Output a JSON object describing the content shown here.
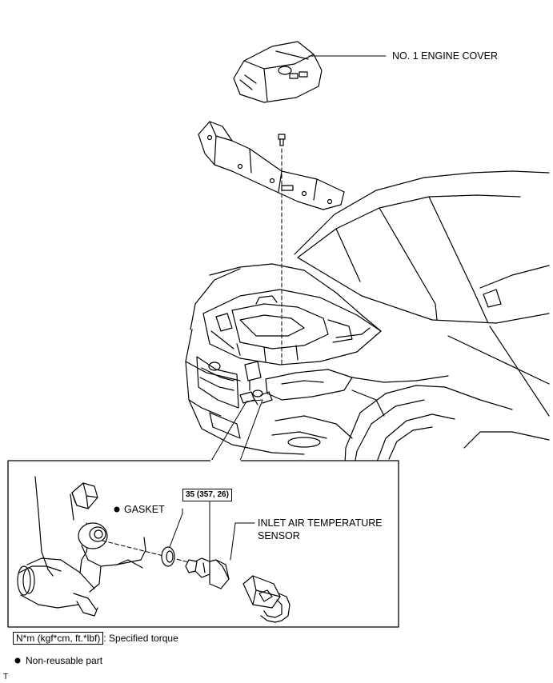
{
  "labels": {
    "engine_cover": "NO. 1 ENGINE COVER",
    "gasket": "GASKET",
    "torque": "35 (357, 26)",
    "sensor_line1": "INLET AIR TEMPERATURE",
    "sensor_line2": "SENSOR"
  },
  "legend": {
    "torque_unit": "N*m (kgf*cm, ft.*lbf)",
    "torque_desc": ": Specified torque",
    "nonreusable_desc": "Non-reusable part"
  },
  "corner_mark": "T"
}
